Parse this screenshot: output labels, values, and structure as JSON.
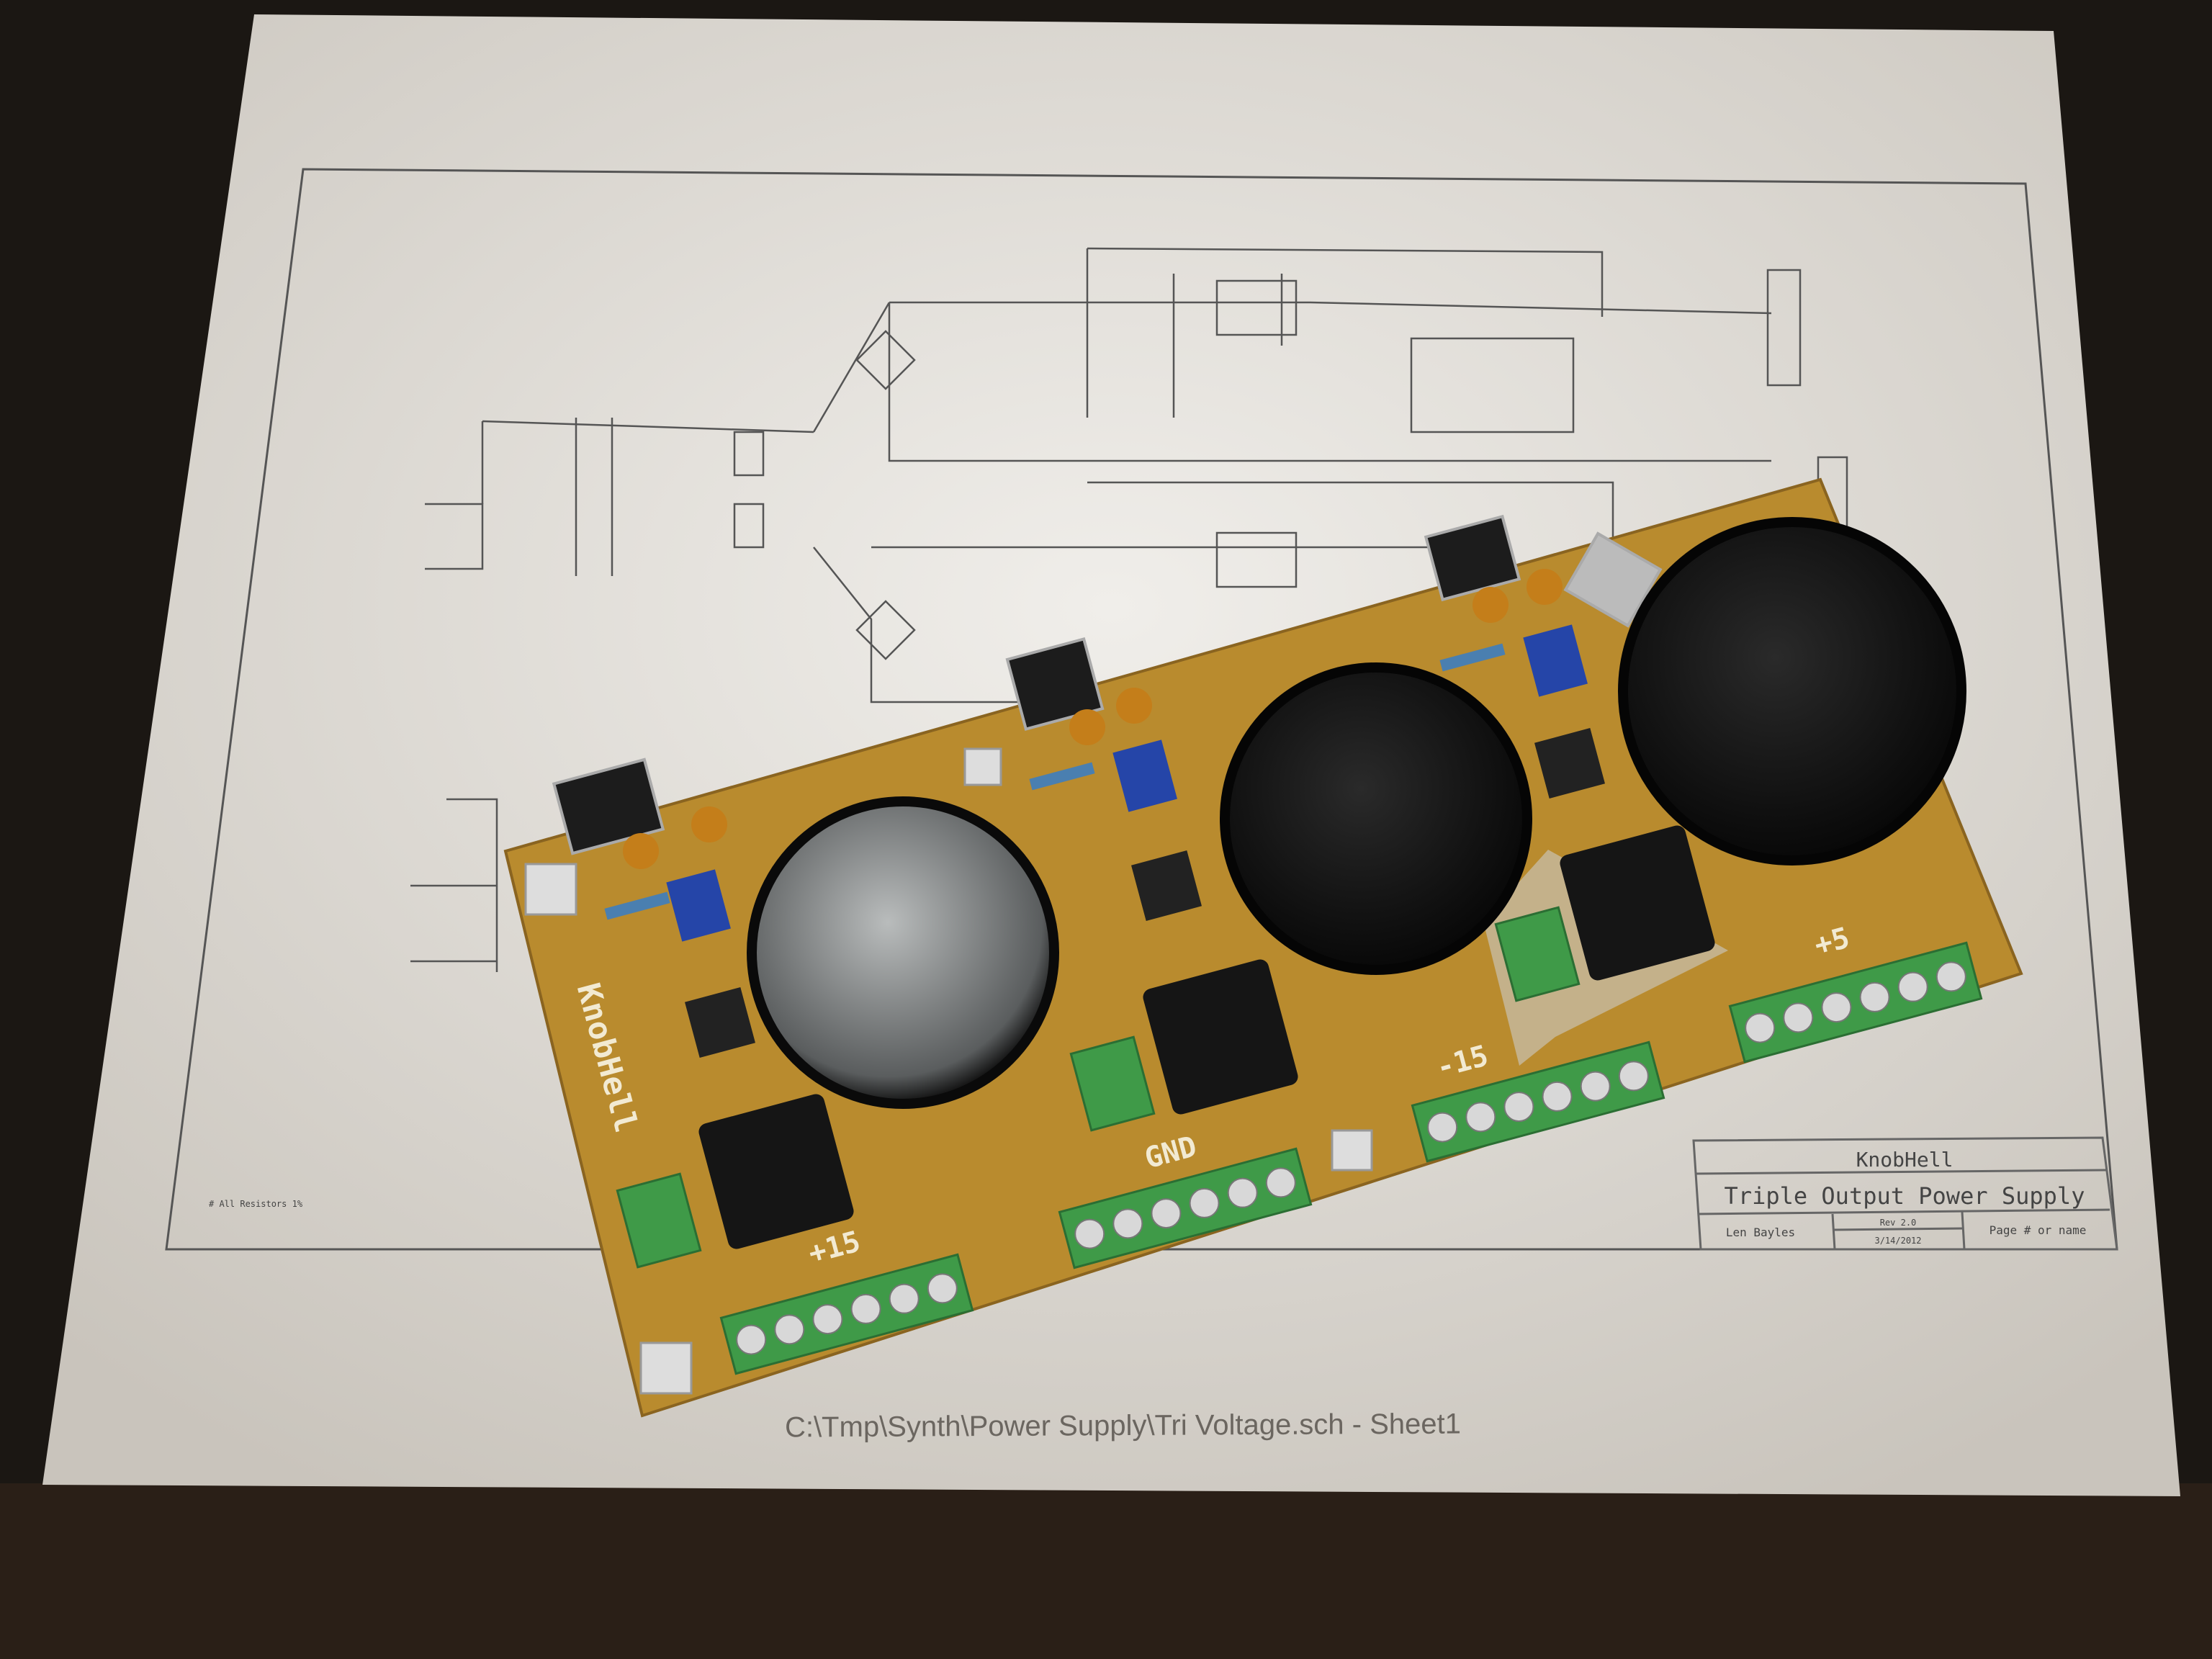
{
  "title_block": {
    "company": "KnobHell",
    "title": "Triple Output Power Supply",
    "author": "Len Bayles",
    "revision": "Rev 2.0",
    "date": "3/14/2012",
    "page": "Page # or name"
  },
  "schematic_note": "# All Resistors 1%",
  "footer_path": "C:\\Tmp\\Synth\\Power Supply\\Tri Voltage.sch  -  Sheet1",
  "pcb": {
    "brand": "KnobHell",
    "labels": {
      "pos15": "+15",
      "gnd": "GND",
      "neg15": "-15",
      "pos5": "+5"
    }
  },
  "colors": {
    "background": "#1a1612",
    "paper": "#e9e6e0",
    "pcb": "#b98b2e",
    "terminal": "#3f9a48"
  }
}
